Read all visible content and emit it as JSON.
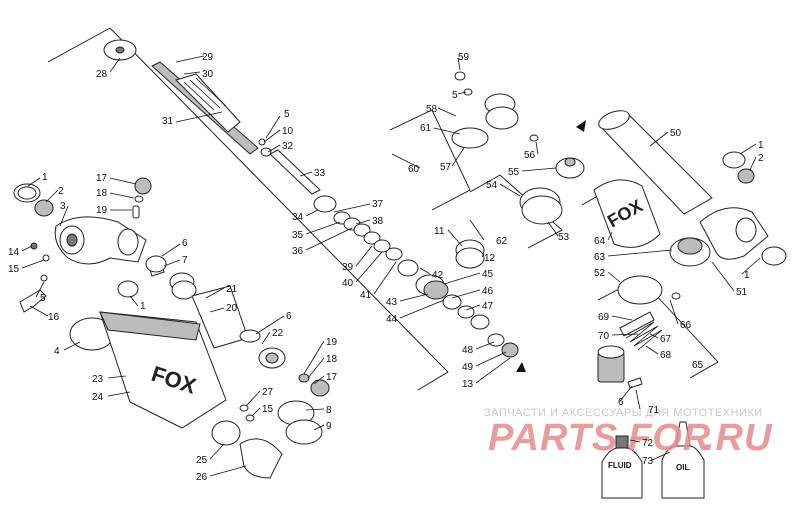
{
  "watermark": {
    "caption": "ЗАПЧАСТИ И АКСЕССУАРЫ ДЛЯ МОТОТЕХНИКИ",
    "brand_left": "PARTS",
    "brand_mid": "FOR",
    "brand_right": ".RU"
  },
  "brand_logo": "FOX",
  "bottles": {
    "fluid_label": "FLUID",
    "oil_label": "OIL"
  },
  "colors": {
    "watermark_red": "#e58c8c",
    "watermark_gray": "#c8c8c8"
  },
  "callouts": [
    {
      "id": "c28",
      "text": "28"
    },
    {
      "id": "c29",
      "text": "29"
    },
    {
      "id": "c30",
      "text": "30"
    },
    {
      "id": "c31",
      "text": "31"
    },
    {
      "id": "c5a",
      "text": "5"
    },
    {
      "id": "c10",
      "text": "10"
    },
    {
      "id": "c32",
      "text": "32"
    },
    {
      "id": "c33",
      "text": "33"
    },
    {
      "id": "c1a",
      "text": "1"
    },
    {
      "id": "c2a",
      "text": "2"
    },
    {
      "id": "c3",
      "text": "3"
    },
    {
      "id": "c17a",
      "text": "17"
    },
    {
      "id": "c18a",
      "text": "18"
    },
    {
      "id": "c19a",
      "text": "19"
    },
    {
      "id": "c14",
      "text": "14"
    },
    {
      "id": "c15a",
      "text": "15"
    },
    {
      "id": "c5b",
      "text": "5"
    },
    {
      "id": "c16",
      "text": "16"
    },
    {
      "id": "c6a",
      "text": "6"
    },
    {
      "id": "c7",
      "text": "7"
    },
    {
      "id": "c1b",
      "text": "1"
    },
    {
      "id": "c4",
      "text": "4"
    },
    {
      "id": "c21",
      "text": "21"
    },
    {
      "id": "c20",
      "text": "20"
    },
    {
      "id": "c6b",
      "text": "6"
    },
    {
      "id": "c22",
      "text": "22"
    },
    {
      "id": "c23",
      "text": "23"
    },
    {
      "id": "c24",
      "text": "24"
    },
    {
      "id": "c19b",
      "text": "19"
    },
    {
      "id": "c18b",
      "text": "18"
    },
    {
      "id": "c17b",
      "text": "17"
    },
    {
      "id": "c27",
      "text": "27"
    },
    {
      "id": "c15b",
      "text": "15"
    },
    {
      "id": "c8",
      "text": "8"
    },
    {
      "id": "c9",
      "text": "9"
    },
    {
      "id": "c25",
      "text": "25"
    },
    {
      "id": "c26",
      "text": "26"
    },
    {
      "id": "c34",
      "text": "34"
    },
    {
      "id": "c35",
      "text": "35"
    },
    {
      "id": "c36",
      "text": "36"
    },
    {
      "id": "c37",
      "text": "37"
    },
    {
      "id": "c38",
      "text": "38"
    },
    {
      "id": "c39",
      "text": "39"
    },
    {
      "id": "c40",
      "text": "40"
    },
    {
      "id": "c41",
      "text": "41"
    },
    {
      "id": "c11",
      "text": "11"
    },
    {
      "id": "c12",
      "text": "12"
    },
    {
      "id": "c42",
      "text": "42"
    },
    {
      "id": "c45",
      "text": "45"
    },
    {
      "id": "c46",
      "text": "46"
    },
    {
      "id": "c47",
      "text": "47"
    },
    {
      "id": "c43",
      "text": "43"
    },
    {
      "id": "c44",
      "text": "44"
    },
    {
      "id": "c48",
      "text": "48"
    },
    {
      "id": "c49",
      "text": "49"
    },
    {
      "id": "c13",
      "text": "13"
    },
    {
      "id": "c59",
      "text": "59"
    },
    {
      "id": "c5c",
      "text": "5"
    },
    {
      "id": "c58",
      "text": "58"
    },
    {
      "id": "c61",
      "text": "61"
    },
    {
      "id": "c57",
      "text": "57"
    },
    {
      "id": "c60",
      "text": "60"
    },
    {
      "id": "c56",
      "text": "56"
    },
    {
      "id": "c55",
      "text": "55"
    },
    {
      "id": "c54",
      "text": "54"
    },
    {
      "id": "c53",
      "text": "53"
    },
    {
      "id": "c62",
      "text": "62"
    },
    {
      "id": "c50",
      "text": "50"
    },
    {
      "id": "c1c",
      "text": "1"
    },
    {
      "id": "c2b",
      "text": "2"
    },
    {
      "id": "c64",
      "text": "64"
    },
    {
      "id": "c63",
      "text": "63"
    },
    {
      "id": "c52",
      "text": "52"
    },
    {
      "id": "c1d",
      "text": "1"
    },
    {
      "id": "c51",
      "text": "51"
    },
    {
      "id": "c69",
      "text": "69"
    },
    {
      "id": "c66",
      "text": "66"
    },
    {
      "id": "c70",
      "text": "70"
    },
    {
      "id": "c67",
      "text": "67"
    },
    {
      "id": "c68",
      "text": "68"
    },
    {
      "id": "c65",
      "text": "65"
    },
    {
      "id": "c6c",
      "text": "6"
    },
    {
      "id": "c71",
      "text": "71"
    },
    {
      "id": "c72",
      "text": "72"
    },
    {
      "id": "c73",
      "text": "73"
    }
  ]
}
